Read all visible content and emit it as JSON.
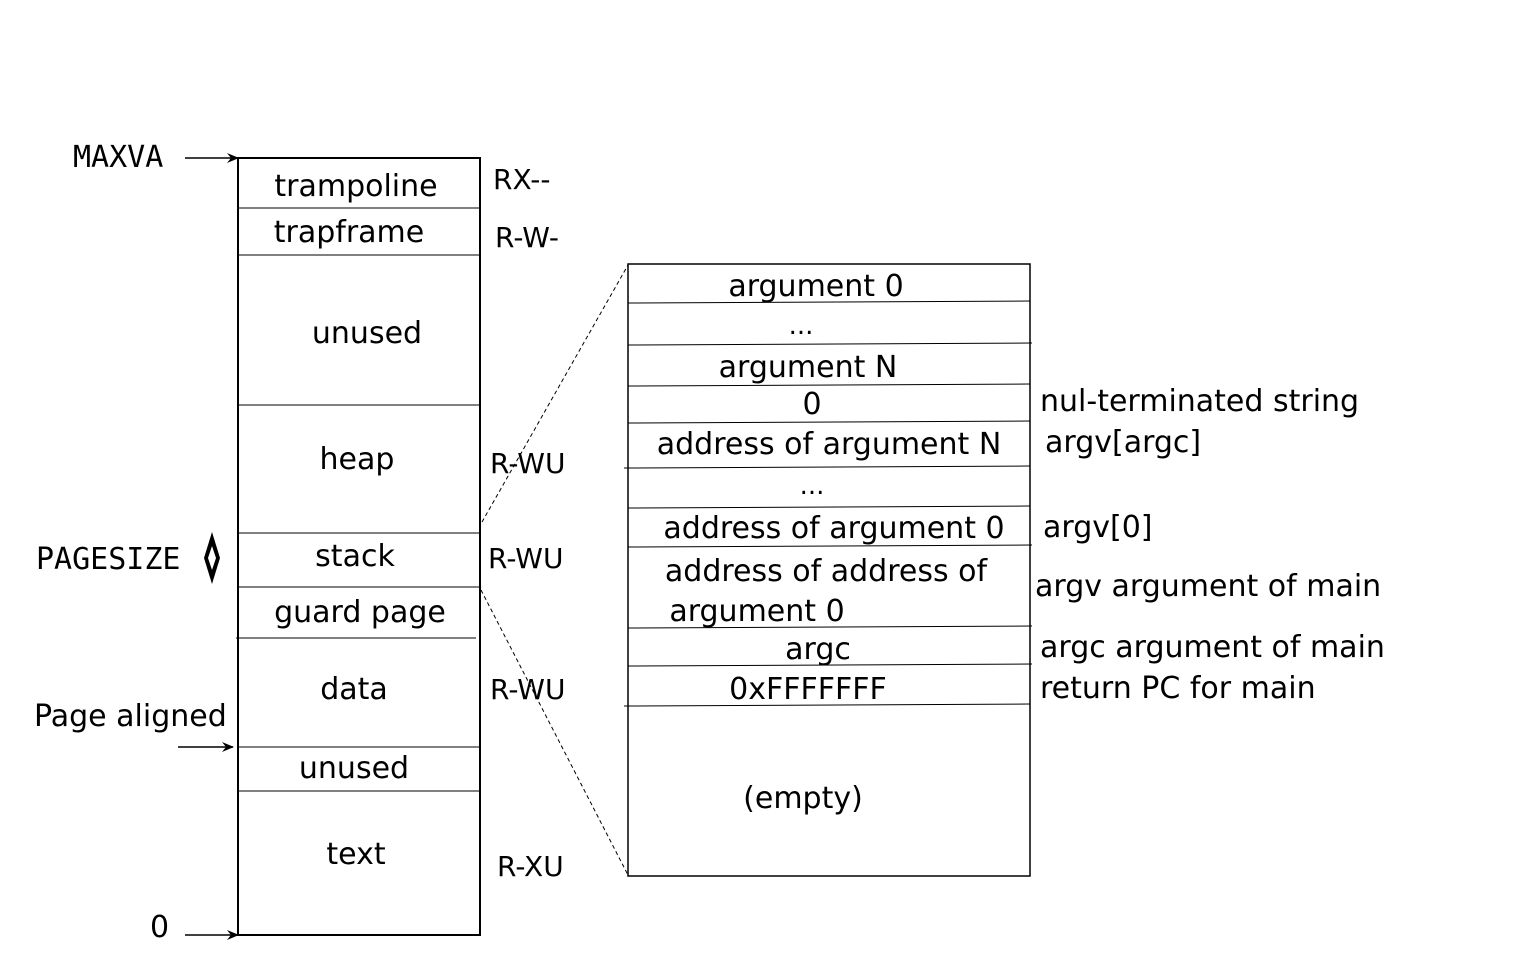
{
  "colors": {
    "stroke": "#000000",
    "background": "#ffffff"
  },
  "left_labels": {
    "maxva": "MAXVA",
    "pagesize": "PAGESIZE",
    "page_aligned": "Page aligned",
    "zero": "0"
  },
  "address_space": {
    "segments": [
      {
        "label": "trampoline",
        "perm": "RX--"
      },
      {
        "label": "trapframe",
        "perm": "R-W-"
      },
      {
        "label": "unused",
        "perm": ""
      },
      {
        "label": "heap",
        "perm": "R-WU"
      },
      {
        "label": "stack",
        "perm": "R-WU"
      },
      {
        "label": "guard page",
        "perm": ""
      },
      {
        "label": "data",
        "perm": "R-WU"
      },
      {
        "label": "unused",
        "perm": ""
      },
      {
        "label": "text",
        "perm": "R-XU"
      }
    ]
  },
  "stack_detail": {
    "rows": [
      {
        "lines": [
          "argument 0"
        ],
        "note": ""
      },
      {
        "lines": [
          "..."
        ],
        "note": ""
      },
      {
        "lines": [
          "argument N"
        ],
        "note": ""
      },
      {
        "lines": [
          "0"
        ],
        "note": "nul-terminated string"
      },
      {
        "lines": [
          "address of argument N"
        ],
        "note": "argv[argc]"
      },
      {
        "lines": [
          "..."
        ],
        "note": ""
      },
      {
        "lines": [
          "address of argument 0"
        ],
        "note": "argv[0]"
      },
      {
        "lines": [
          "address of address of",
          "argument 0"
        ],
        "note": "argv argument of main"
      },
      {
        "lines": [
          "argc"
        ],
        "note": "argc argument of main"
      },
      {
        "lines": [
          "0xFFFFFFF"
        ],
        "note": "return PC for main"
      },
      {
        "lines": [
          "(empty)"
        ],
        "note": ""
      }
    ]
  }
}
